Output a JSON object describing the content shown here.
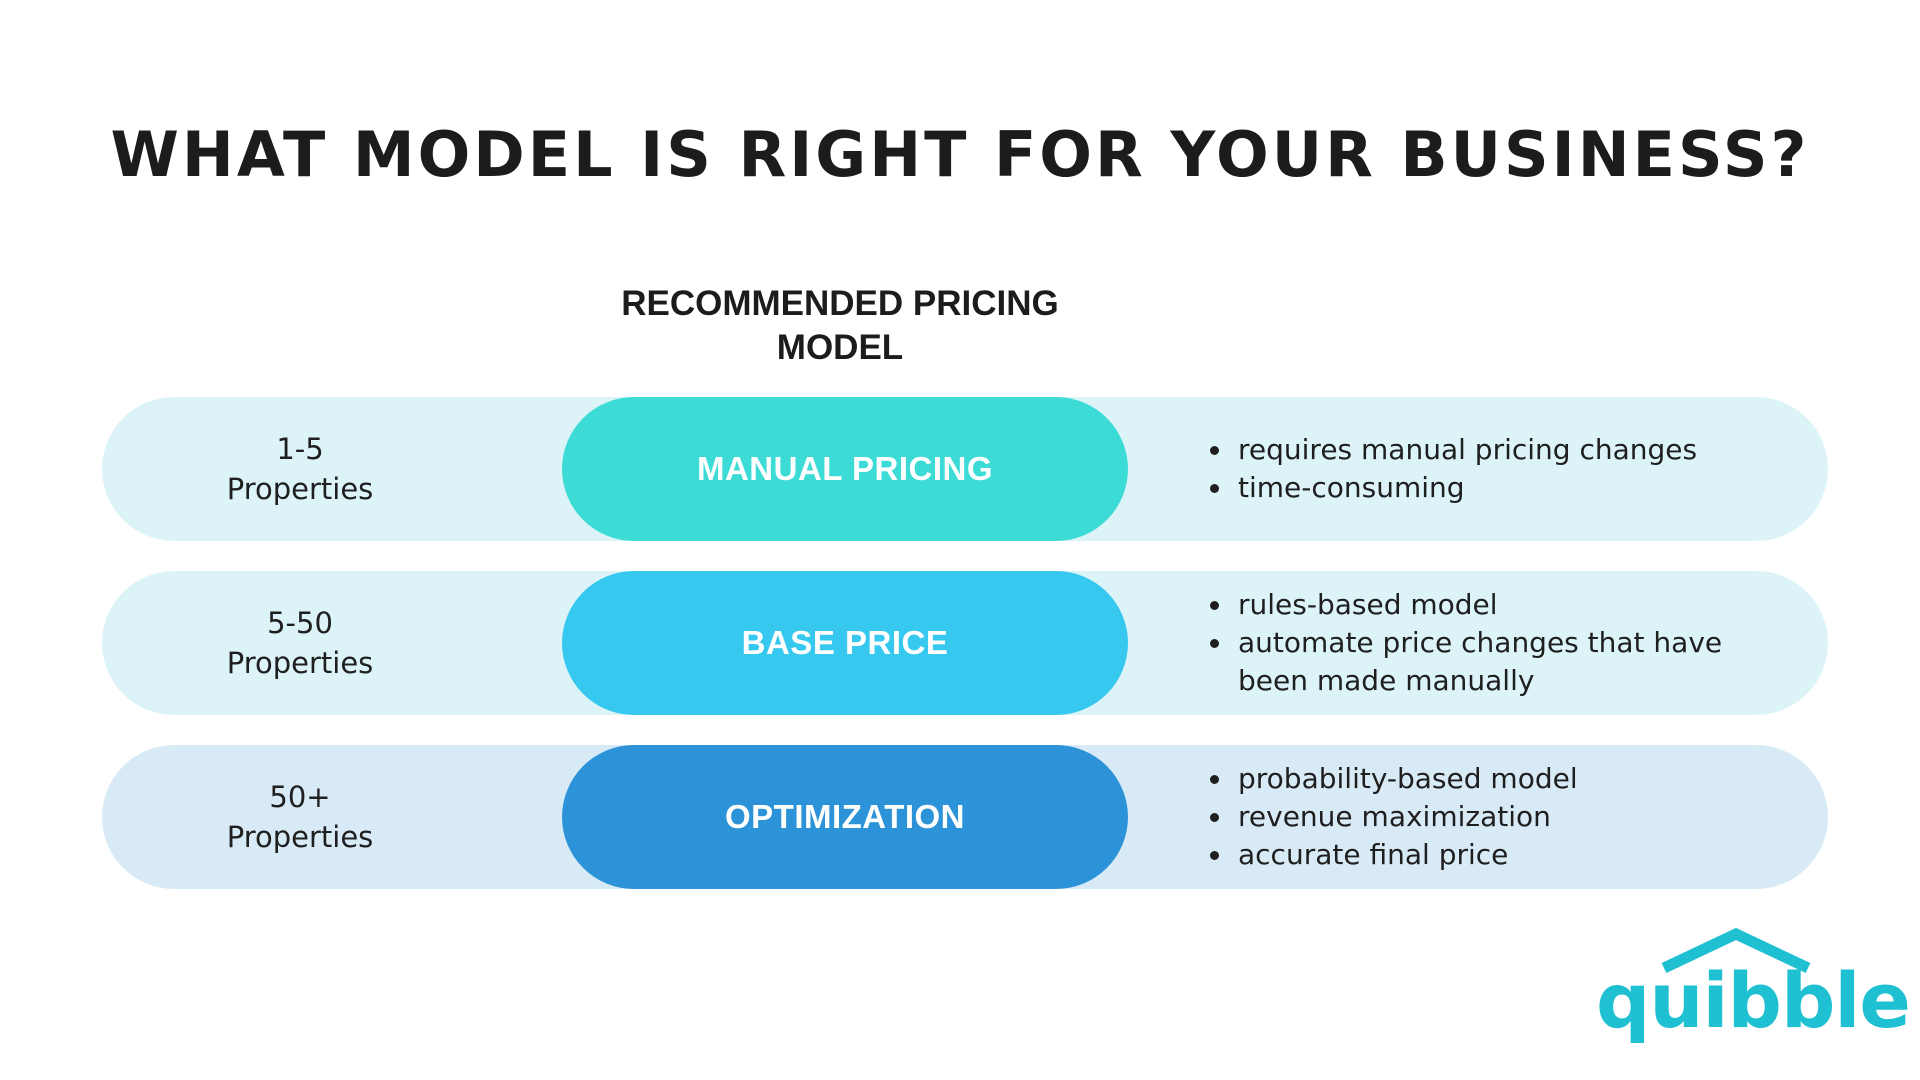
{
  "title": "WHAT MODEL IS RIGHT FOR YOUR BUSINESS?",
  "column_header": [
    "RECOMMENDED PRICING",
    "MODEL"
  ],
  "rows": [
    {
      "count": "1-5",
      "unit": "Properties",
      "model": "MANUAL PRICING",
      "row_color": "#dcf4f8",
      "pill_color": "#3ddbd6",
      "bullets": [
        "requires manual pricing changes",
        "time-consuming"
      ]
    },
    {
      "count": "5-50",
      "unit": "Properties",
      "model": "BASE PRICE",
      "row_color": "#dcf4f8",
      "pill_color": "#37c8ef",
      "bullets": [
        "rules-based model",
        "automate price changes that have been made manually"
      ]
    },
    {
      "count": "50+",
      "unit": "Properties",
      "model": "OPTIMIZATION",
      "row_color": "#d9eaf7",
      "pill_color": "#2d93d8",
      "bullets": [
        "probability-based model",
        "revenue maximization",
        "accurate final price"
      ]
    }
  ],
  "logo": {
    "text": "quibble",
    "icon": "house-roof-icon",
    "color": "#1ec0d2"
  }
}
